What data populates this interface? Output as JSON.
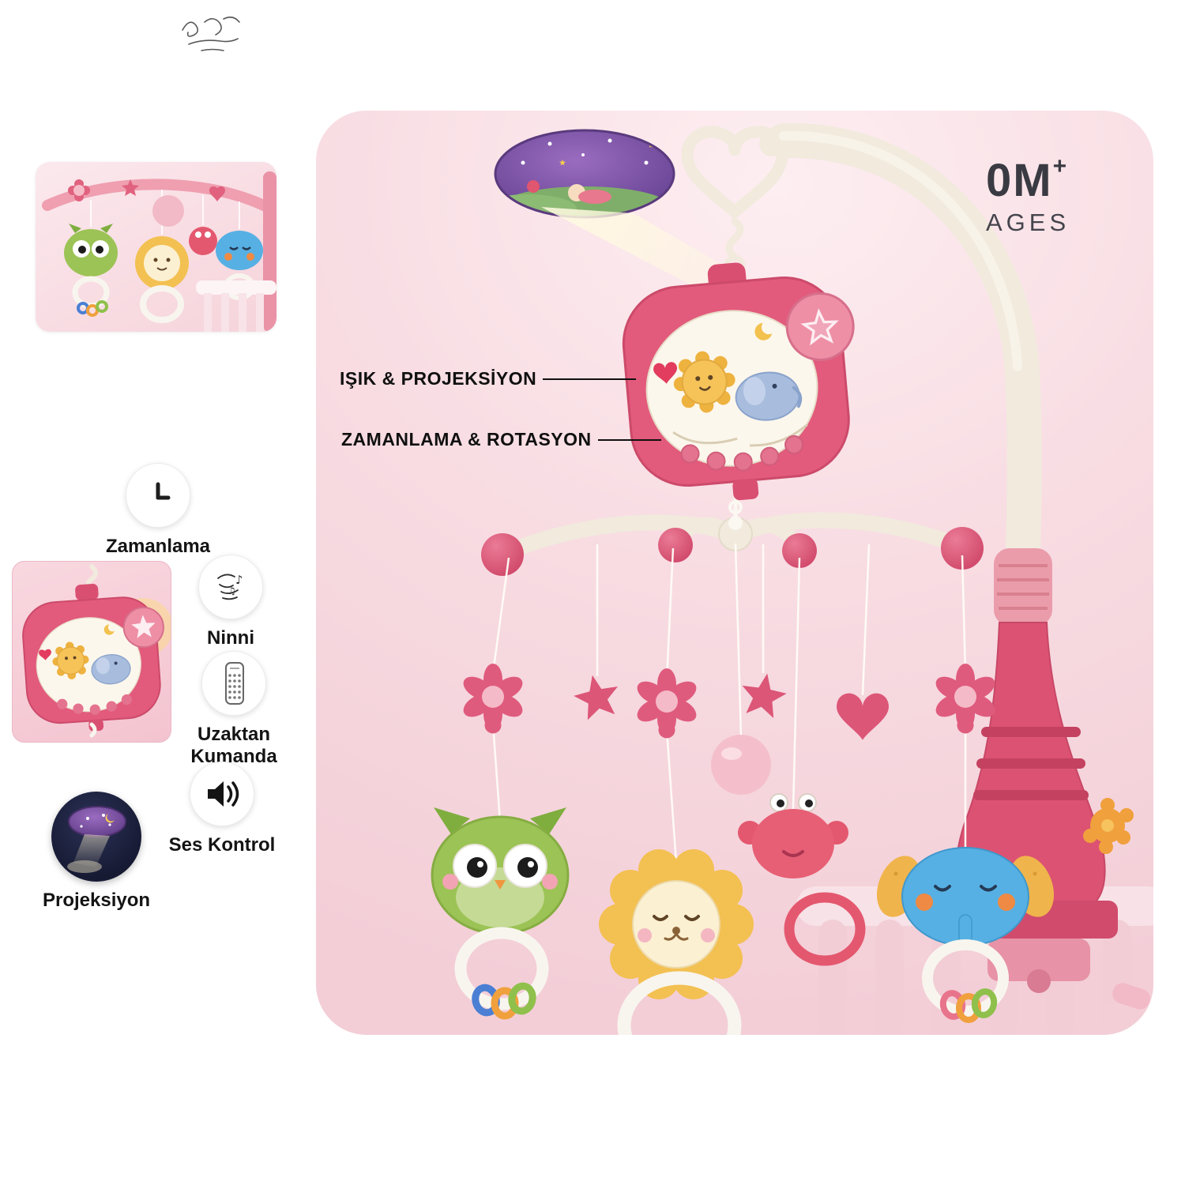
{
  "page": {
    "background": "#ffffff"
  },
  "age_badge": {
    "age": "0M",
    "plus": "+",
    "ages_label": "AGES"
  },
  "callouts": {
    "light_projection": "IŞIK & PROJEKSİYON",
    "timing_rotation": "ZAMANLAMA & ROTASYON"
  },
  "features": [
    {
      "id": "timer",
      "label": "Zamanlama"
    },
    {
      "id": "lullaby",
      "label": "Ninni"
    },
    {
      "id": "remote",
      "label": "Uzaktan Kumanda"
    },
    {
      "id": "volume",
      "label": "Ses Kontrol"
    },
    {
      "id": "projection",
      "label": "Projeksiyon"
    }
  ],
  "colors": {
    "panel_pink": "#f6d7de",
    "deep_pink": "#d94f72",
    "musicbox_pink": "#e25a7c",
    "cream_arm": "#f1eadd",
    "owl_green": "#9cc355",
    "lion_yellow": "#f3c052",
    "elephant_blue": "#57b0e3",
    "crab_red": "#e4586f",
    "projection_purple": "#7b4fa0"
  }
}
